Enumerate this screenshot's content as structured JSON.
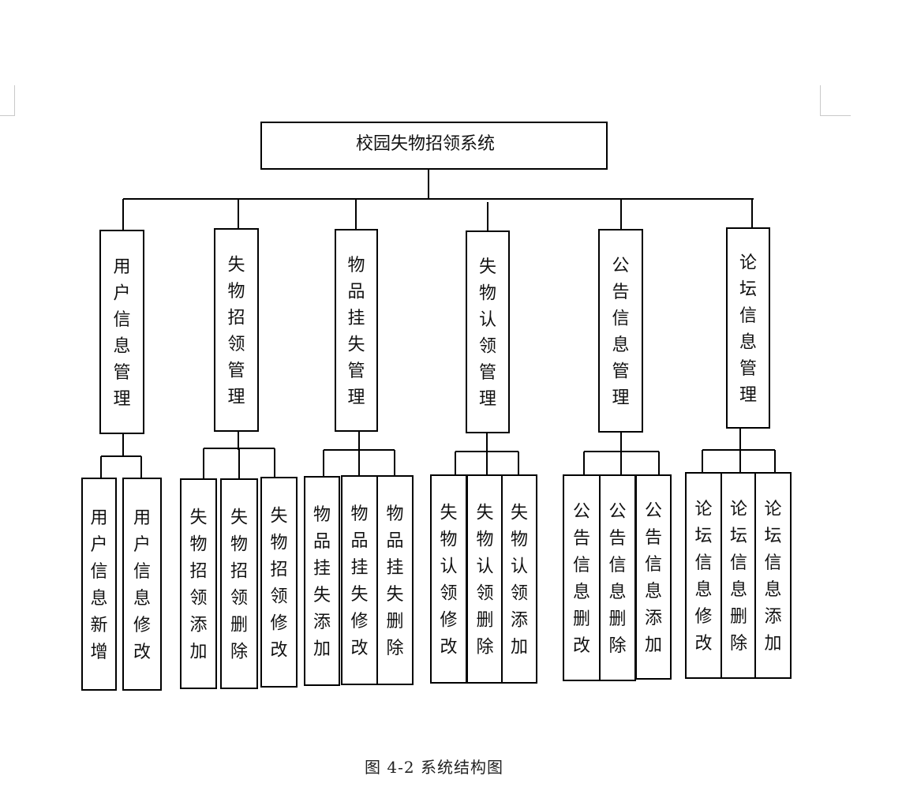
{
  "root": {
    "label": "校园失物招领系统"
  },
  "modules": [
    {
      "label": "用户信息管理",
      "children": [
        "用户信息新增",
        "用户信息修改"
      ]
    },
    {
      "label": "失物招领管理",
      "children": [
        "失物招领添加",
        "失物招领删除",
        "失物招领修改"
      ]
    },
    {
      "label": "物品挂失管理",
      "children": [
        "物品挂失添加",
        "物品挂失修改",
        "物品挂失删除"
      ]
    },
    {
      "label": "失物认领管理",
      "children": [
        "失物认领修改",
        "失物认领删除",
        "失物认领添加"
      ]
    },
    {
      "label": "公告信息管理",
      "children": [
        "公告信息删改",
        "公告信息删除",
        "公告信息添加"
      ]
    },
    {
      "label": "论坛信息管理",
      "children": [
        "论坛信息修改",
        "论坛信息删除",
        "论坛信息添加"
      ]
    }
  ],
  "caption": "图 4-2 系统结构图"
}
